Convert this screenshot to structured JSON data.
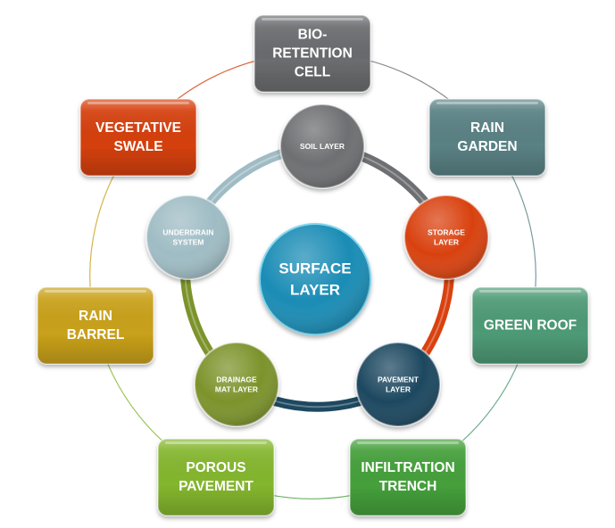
{
  "center": {
    "label_lines": [
      "SURFACE",
      "LAYER"
    ],
    "color": "#1a8cb5"
  },
  "inner_ring": [
    {
      "id": "soil-layer",
      "label_lines": [
        "SOIL LAYER"
      ],
      "color": "#6e6f72"
    },
    {
      "id": "storage-layer",
      "label_lines": [
        "STORAGE",
        "LAYER"
      ],
      "color": "#d9410f"
    },
    {
      "id": "pavement-layer",
      "label_lines": [
        "PAVEMENT",
        "LAYER"
      ],
      "color": "#1d4860"
    },
    {
      "id": "drainage-mat-layer",
      "label_lines": [
        "DRAINAGE",
        "MAT LAYER"
      ],
      "color": "#7c932b"
    },
    {
      "id": "underdrain-system",
      "label_lines": [
        "UNDERDRAIN",
        "SYSTEM"
      ],
      "color": "#9fbcc4"
    }
  ],
  "outer_ring": [
    {
      "id": "bio-retention-cell",
      "label_lines": [
        "BIO-",
        "RETENTION",
        "CELL"
      ],
      "color": "#6b6c6f"
    },
    {
      "id": "rain-garden",
      "label_lines": [
        "RAIN",
        "GARDEN"
      ],
      "color": "#5a8184"
    },
    {
      "id": "green-roof",
      "label_lines": [
        "GREEN ROOF"
      ],
      "color": "#4e9a76"
    },
    {
      "id": "infiltration-trench",
      "label_lines": [
        "INFILTRATION",
        "TRENCH"
      ],
      "color": "#45a03b"
    },
    {
      "id": "porous-pavement",
      "label_lines": [
        "POROUS",
        "PAVEMENT"
      ],
      "color": "#84b62e"
    },
    {
      "id": "rain-barrel",
      "label_lines": [
        "RAIN",
        "BARREL"
      ],
      "color": "#c9a11a"
    },
    {
      "id": "vegetative-swale",
      "label_lines": [
        "VEGETATIVE",
        "SWALE"
      ],
      "color": "#d5400e"
    }
  ]
}
